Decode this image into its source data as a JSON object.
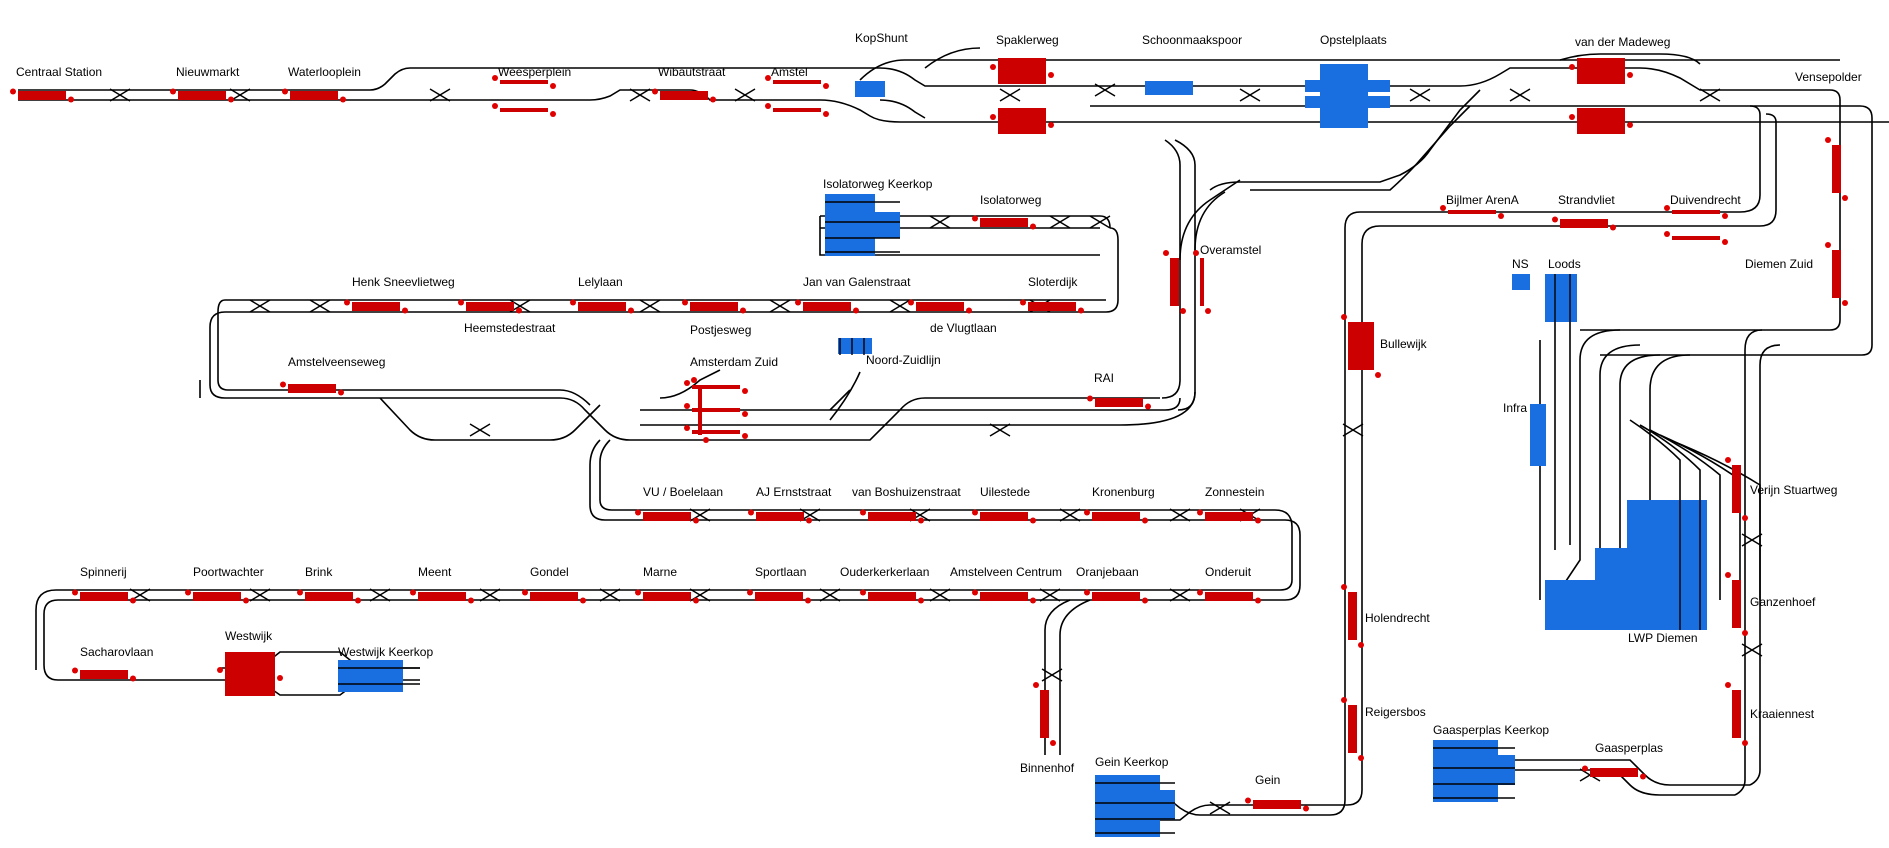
{
  "colors": {
    "background": "#ffffff",
    "track": "#000000",
    "platform": "#cc0000",
    "signal": "#e00000",
    "depot": "#1a6fe0"
  },
  "stations": [
    {
      "id": "centraal",
      "name": "Centraal Station"
    },
    {
      "id": "nieuwmarkt",
      "name": "Nieuwmarkt"
    },
    {
      "id": "waterlooplein",
      "name": "Waterlooplein"
    },
    {
      "id": "weesperplein",
      "name": "Weesperplein"
    },
    {
      "id": "wibautstraat",
      "name": "Wibautstraat"
    },
    {
      "id": "amstel",
      "name": "Amstel"
    },
    {
      "id": "spaklerweg",
      "name": "Spaklerweg"
    },
    {
      "id": "vandermadeweg",
      "name": "van der Madeweg"
    },
    {
      "id": "isolatorweg",
      "name": "Isolatorweg"
    },
    {
      "id": "overamstel",
      "name": "Overamstel"
    },
    {
      "id": "bijlmer",
      "name": "Bijlmer ArenA"
    },
    {
      "id": "strandvliet",
      "name": "Strandvliet"
    },
    {
      "id": "duivendrecht",
      "name": "Duivendrecht"
    },
    {
      "id": "vensepolder",
      "name": "Vensepolder"
    },
    {
      "id": "diemenzuid",
      "name": "Diemen Zuid"
    },
    {
      "id": "henksneevliet",
      "name": "Henk Sneevlietweg"
    },
    {
      "id": "lelylaan",
      "name": "Lelylaan"
    },
    {
      "id": "jvgalen",
      "name": "Jan van Galenstraat"
    },
    {
      "id": "sloterdijk",
      "name": "Sloterdijk"
    },
    {
      "id": "heemstede",
      "name": "Heemstedestraat"
    },
    {
      "id": "postjesweg",
      "name": "Postjesweg"
    },
    {
      "id": "devlugtlaan",
      "name": "de Vlugtlaan"
    },
    {
      "id": "amstelveenseweg",
      "name": "Amstelveenseweg"
    },
    {
      "id": "amsterdamzuid",
      "name": "Amsterdam Zuid"
    },
    {
      "id": "rai",
      "name": "RAI"
    },
    {
      "id": "bullewijk",
      "name": "Bullewijk"
    },
    {
      "id": "vuboelelaan",
      "name": "VU / Boelelaan"
    },
    {
      "id": "ajernst",
      "name": "AJ Ernststraat"
    },
    {
      "id": "vanboshuizen",
      "name": "van Boshuizenstraat"
    },
    {
      "id": "uilestede",
      "name": "Uilestede"
    },
    {
      "id": "kronenburg",
      "name": "Kronenburg"
    },
    {
      "id": "zonnestein",
      "name": "Zonnestein"
    },
    {
      "id": "verijn",
      "name": "Verijn Stuartweg"
    },
    {
      "id": "spinnerij",
      "name": "Spinnerij"
    },
    {
      "id": "poortwachter",
      "name": "Poortwachter"
    },
    {
      "id": "brink",
      "name": "Brink"
    },
    {
      "id": "meent",
      "name": "Meent"
    },
    {
      "id": "gondel",
      "name": "Gondel"
    },
    {
      "id": "marne",
      "name": "Marne"
    },
    {
      "id": "sportlaan",
      "name": "Sportlaan"
    },
    {
      "id": "ouderkerkerlaan",
      "name": "Ouderkerkerlaan"
    },
    {
      "id": "amstelveencentrum",
      "name": "Amstelveen Centrum"
    },
    {
      "id": "oranjebaan",
      "name": "Oranjebaan"
    },
    {
      "id": "onderuit",
      "name": "Onderuit"
    },
    {
      "id": "ganzenhoef",
      "name": "Ganzenhoef"
    },
    {
      "id": "sacharovlaan",
      "name": "Sacharovlaan"
    },
    {
      "id": "westwijk",
      "name": "Westwijk"
    },
    {
      "id": "holendrecht",
      "name": "Holendrecht"
    },
    {
      "id": "reigersbos",
      "name": "Reigersbos"
    },
    {
      "id": "kraaiennest",
      "name": "Kraaiennest"
    },
    {
      "id": "binnenhof",
      "name": "Binnenhof"
    },
    {
      "id": "gein",
      "name": "Gein"
    },
    {
      "id": "gaasperplas",
      "name": "Gaasperplas"
    }
  ],
  "yards": [
    {
      "id": "kopshunt",
      "name": "KopShunt"
    },
    {
      "id": "schoonmaakspoor",
      "name": "Schoonmaakspoor"
    },
    {
      "id": "opstelplaats",
      "name": "Opstelplaats"
    },
    {
      "id": "isolatorwegkeerkop",
      "name": "Isolatorweg Keerkop"
    },
    {
      "id": "noordzuidlijn",
      "name": "Noord-Zuidlijn"
    },
    {
      "id": "ns",
      "name": "NS"
    },
    {
      "id": "loods",
      "name": "Loods"
    },
    {
      "id": "infra",
      "name": "Infra"
    },
    {
      "id": "lwpdiemen",
      "name": "LWP Diemen"
    },
    {
      "id": "westwijkkeerkop",
      "name": "Westwijk Keerkop"
    },
    {
      "id": "geinkeerkop",
      "name": "Gein Keerkop"
    },
    {
      "id": "gaasperplaskeerkop",
      "name": "Gaasperplas Keerkop"
    }
  ]
}
